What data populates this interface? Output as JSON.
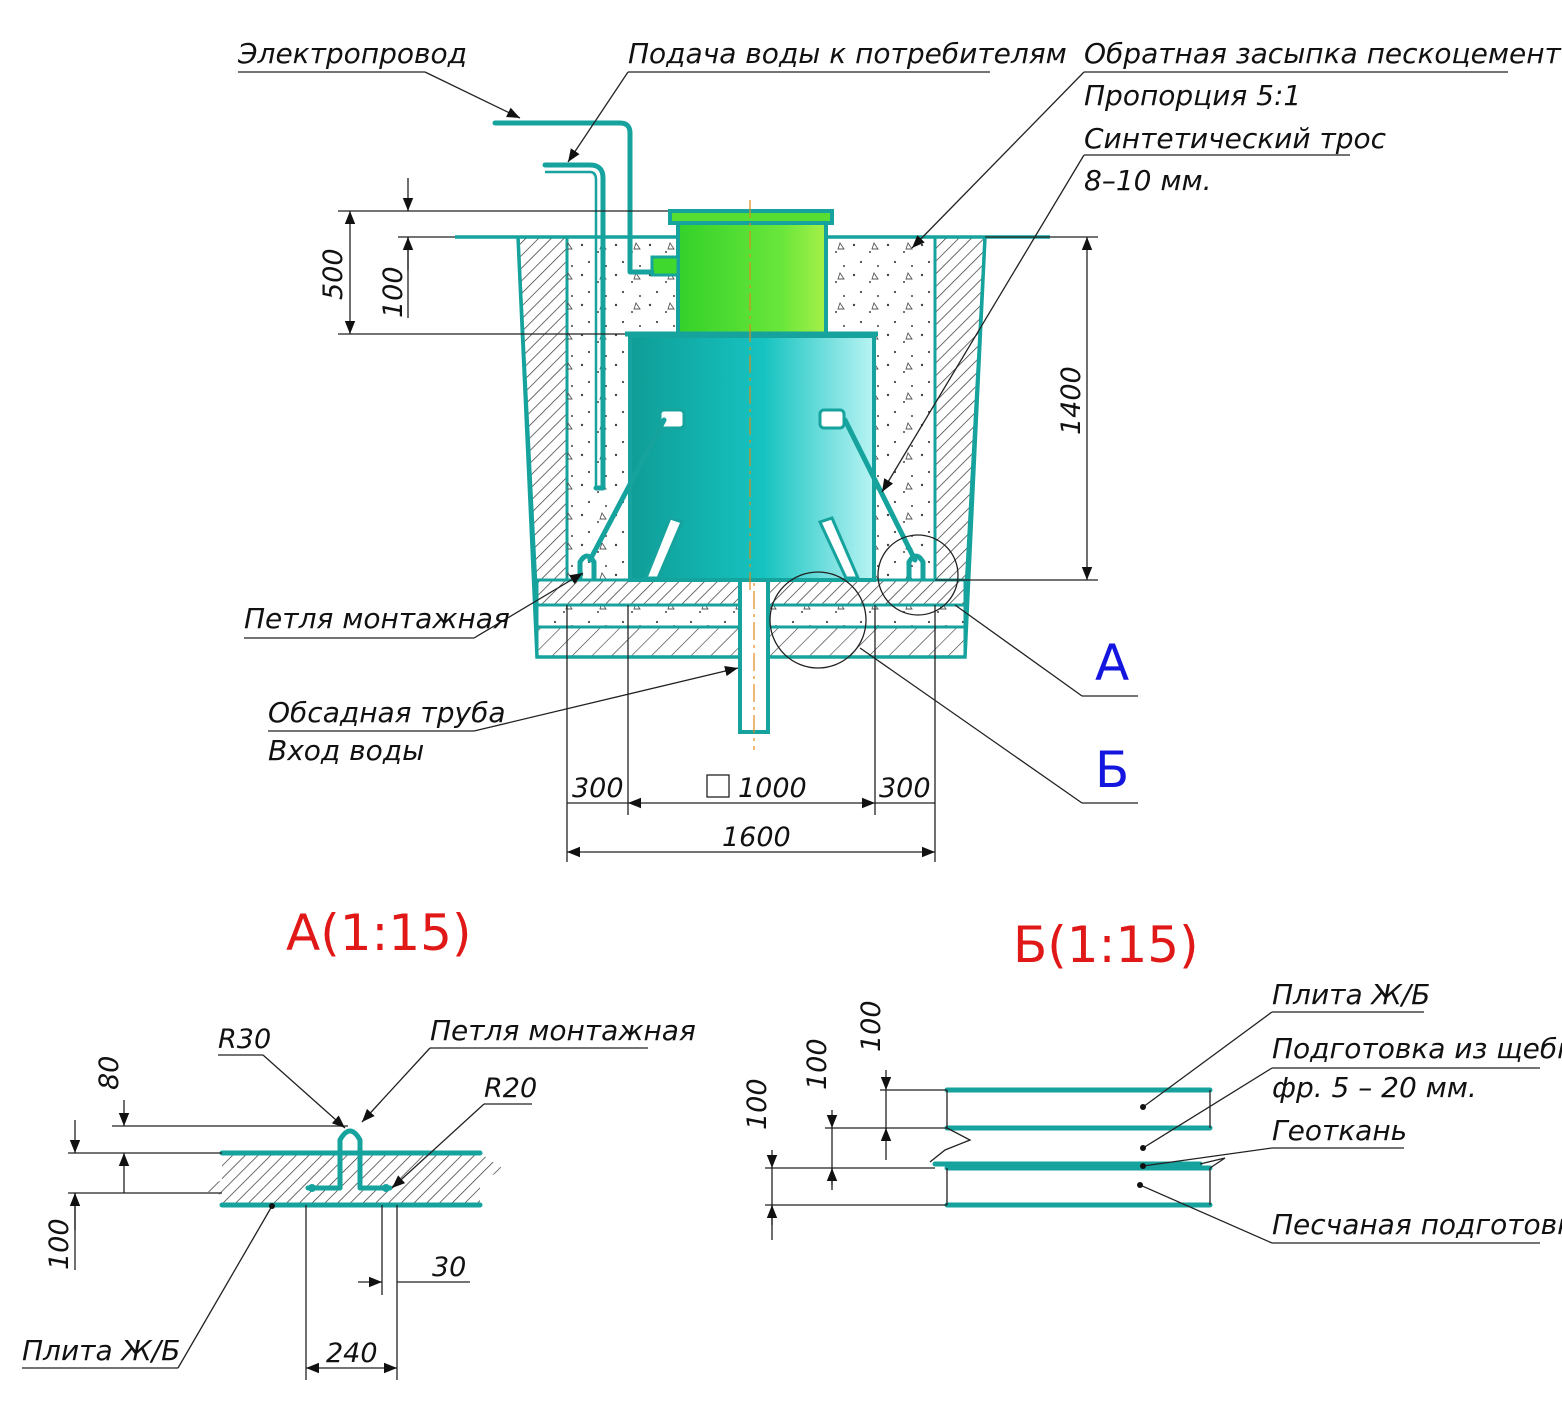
{
  "colors": {
    "outline": "#16a39e",
    "caisson_top": "#3fd82e",
    "caisson_body": "#19b0aa",
    "marker_blue": "#1515e0",
    "title_red": "#e01818"
  },
  "main_view": {
    "labels": {
      "electric_wire": "Электропровод",
      "water_supply": "Подача воды к потребителям",
      "backfill_line1": "Обратная засыпка пескоцементом",
      "backfill_line2": "Пропорция 5:1",
      "rope_line1": "Синтетический трос",
      "rope_line2": "8–10 мм.",
      "mount_loop": "Петля монтажная",
      "casing_line1": "Обсадная труба",
      "casing_line2": "Вход воды"
    },
    "markers": {
      "a": "А",
      "b": "Б"
    },
    "dimensions": {
      "d500": "500",
      "d100": "100",
      "d1400": "1400",
      "d300_left": "300",
      "d1000": "1000",
      "d300_right": "300",
      "d1600": "1600"
    }
  },
  "detail_a": {
    "title": "А(1:15)",
    "labels": {
      "r30": "R30",
      "mount_loop": "Петля монтажная",
      "r20": "R20",
      "slab": "Плита Ж/Б"
    },
    "dimensions": {
      "d80": "80",
      "d100": "100",
      "d30": "30",
      "d240": "240"
    }
  },
  "detail_b": {
    "title": "Б(1:15)",
    "labels": {
      "slab": "Плита Ж/Б",
      "gravel_line1": "Подготовка из щебня",
      "gravel_line2": "фр. 5 – 20 мм.",
      "geotextile": "Геоткань",
      "sand": "Песчаная подготовка"
    },
    "dimensions": {
      "d100_a": "100",
      "d100_b": "100",
      "d100_c": "100"
    }
  }
}
